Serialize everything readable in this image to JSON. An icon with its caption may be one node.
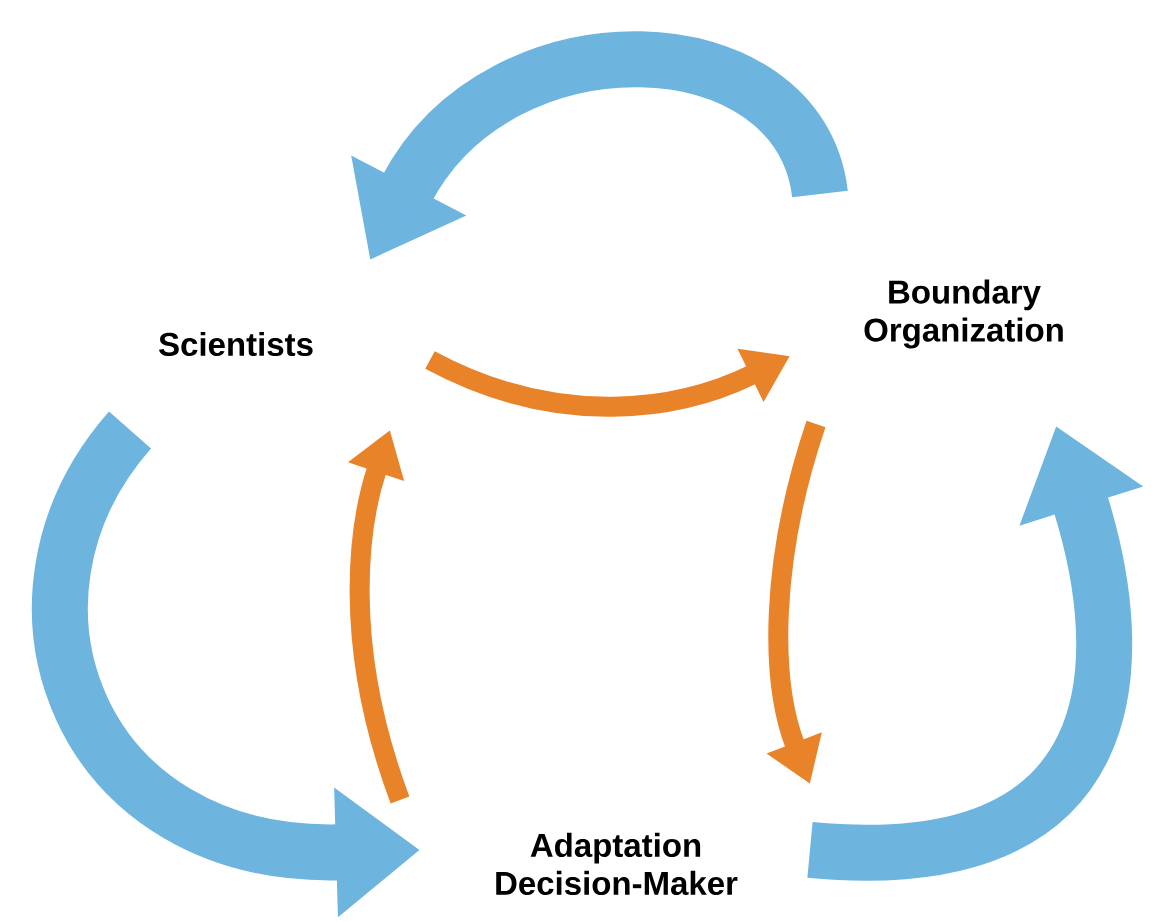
{
  "diagram": {
    "nodes": [
      {
        "text": [
          "Scientists"
        ]
      },
      {
        "text": [
          "Boundary Organization"
        ]
      },
      {
        "text": [
          "Adaptation Decision-Maker"
        ]
      }
    ],
    "edges": [
      {
        "from": 1,
        "to": 0,
        "arrow": "to",
        "style": "thick",
        "color": "#6db4df"
      },
      {
        "from": 0,
        "to": 1,
        "arrow": "to",
        "color": "#e8832a"
      },
      {
        "from": 1,
        "to": 2,
        "arrow": "to",
        "color": "#e8832a"
      },
      {
        "from": 2,
        "to": 1,
        "arrow": "to",
        "style": "thick",
        "color": "#6db4df"
      },
      {
        "from": 2,
        "to": 0,
        "arrow": "to",
        "color": "#e8832a"
      },
      {
        "from": 0,
        "to": 2,
        "arrow": "to",
        "style": "thick",
        "color": "#6db4df"
      }
    ]
  }
}
